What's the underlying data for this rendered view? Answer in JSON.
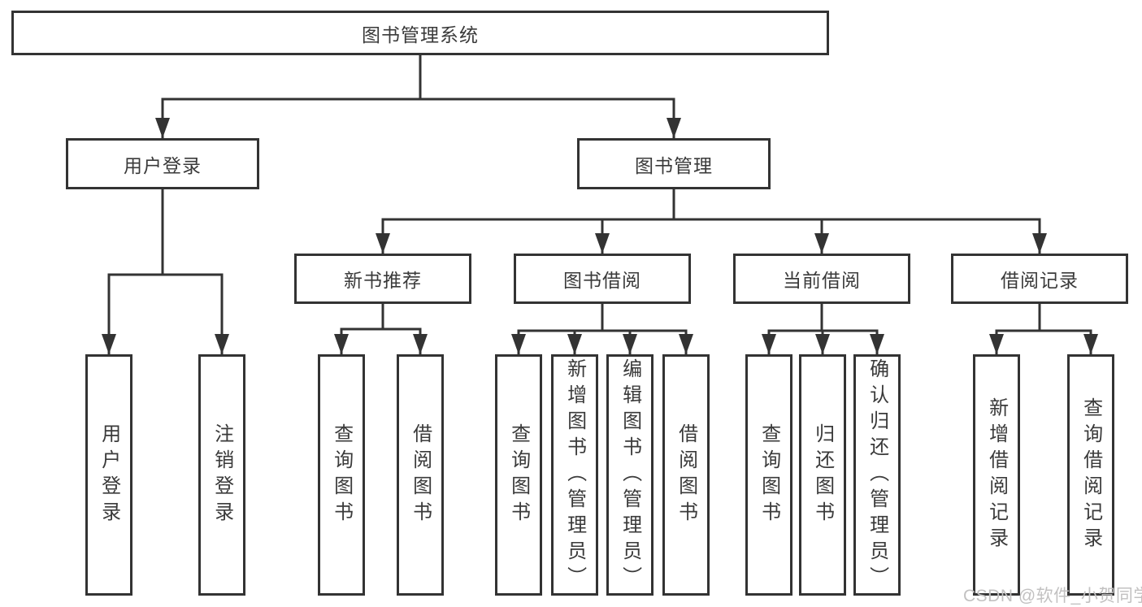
{
  "diagram": {
    "root": {
      "label": "图书管理系统"
    },
    "level2": [
      {
        "label": "用户登录",
        "children": [
          {
            "label": "用户登录"
          },
          {
            "label": "注销登录"
          }
        ]
      },
      {
        "label": "图书管理",
        "children": [
          {
            "label": "新书推荐",
            "children": [
              {
                "label": "查询图书"
              },
              {
                "label": "借阅图书"
              }
            ]
          },
          {
            "label": "图书借阅",
            "children": [
              {
                "label": "查询图书"
              },
              {
                "label": "新增图书（管理员）"
              },
              {
                "label": "编辑图书（管理员）"
              },
              {
                "label": "借阅图书"
              }
            ]
          },
          {
            "label": "当前借阅",
            "children": [
              {
                "label": "查询图书"
              },
              {
                "label": "归还图书"
              },
              {
                "label": "确认归还（管理员）"
              }
            ]
          },
          {
            "label": "借阅记录",
            "children": [
              {
                "label": "新增借阅记录"
              },
              {
                "label": "查询借阅记录"
              }
            ]
          }
        ]
      }
    ]
  },
  "watermark": {
    "text": "CSDN @软件_小贺同学"
  },
  "colors": {
    "line": "#333333",
    "box_border": "#333333",
    "text": "#3a3a3a",
    "background": "#ffffff",
    "watermark": "#c2c1c1"
  }
}
